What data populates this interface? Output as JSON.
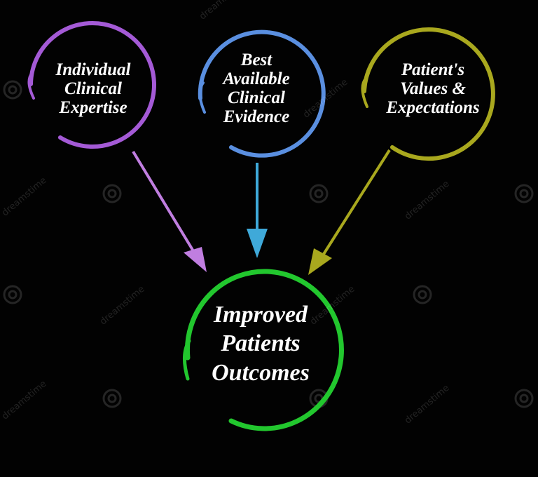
{
  "colors": {
    "background": "#020202",
    "circle_left": "#a45ad6",
    "circle_middle": "#5a8fe0",
    "circle_right": "#a9a81e",
    "circle_bottom": "#22c72e",
    "arrow_left": "#c07ee0",
    "arrow_middle": "#3fa9d9",
    "arrow_right": "#a9a81e"
  },
  "nodes": {
    "left": {
      "lines": [
        "Individual",
        "Clinical",
        "Expertise"
      ]
    },
    "middle": {
      "lines": [
        "Best",
        "Available",
        "Clinical",
        "Evidence"
      ]
    },
    "right": {
      "lines": [
        "Patient's",
        "Values &",
        "Expectations"
      ]
    },
    "result": {
      "lines": [
        "Improved",
        "Patients",
        "Outcomes"
      ]
    }
  },
  "watermark": {
    "text": "dreamstime"
  }
}
